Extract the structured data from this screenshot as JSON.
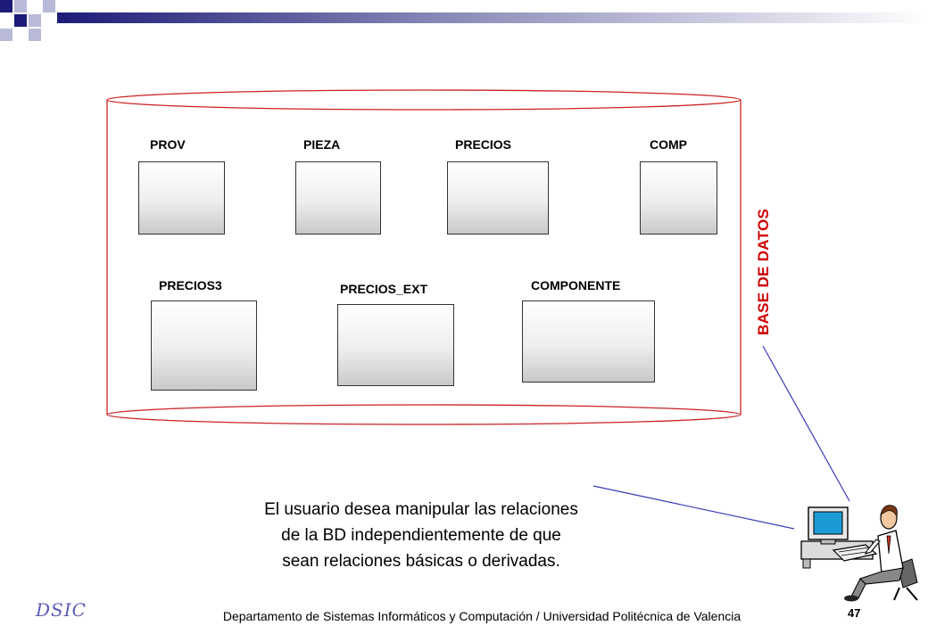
{
  "tables": [
    {
      "key": "prov",
      "label": "PROV"
    },
    {
      "key": "pieza",
      "label": "PIEZA"
    },
    {
      "key": "precios",
      "label": "PRECIOS"
    },
    {
      "key": "comp",
      "label": "COMP"
    },
    {
      "key": "precios3",
      "label": "PRECIOS3"
    },
    {
      "key": "precios_ext",
      "label": "PRECIOS_EXT"
    },
    {
      "key": "componente",
      "label": "COMPONENTE"
    }
  ],
  "database_label": "BASE DE DATOS",
  "description": {
    "line1": "El usuario desea manipular las relaciones",
    "line2": "de la BD independientemente de que",
    "line3": "sean relaciones básicas o derivadas."
  },
  "footer": {
    "text": "Departamento de Sistemas Informáticos y Computación / Universidad Politécnica de Valencia",
    "page": "47",
    "logo": "DSIC"
  },
  "colors": {
    "banner_dark": "#1c1c78",
    "cylinder": "#cc2222",
    "db_label": "#cc0000",
    "connector": "#3a3ab8"
  }
}
